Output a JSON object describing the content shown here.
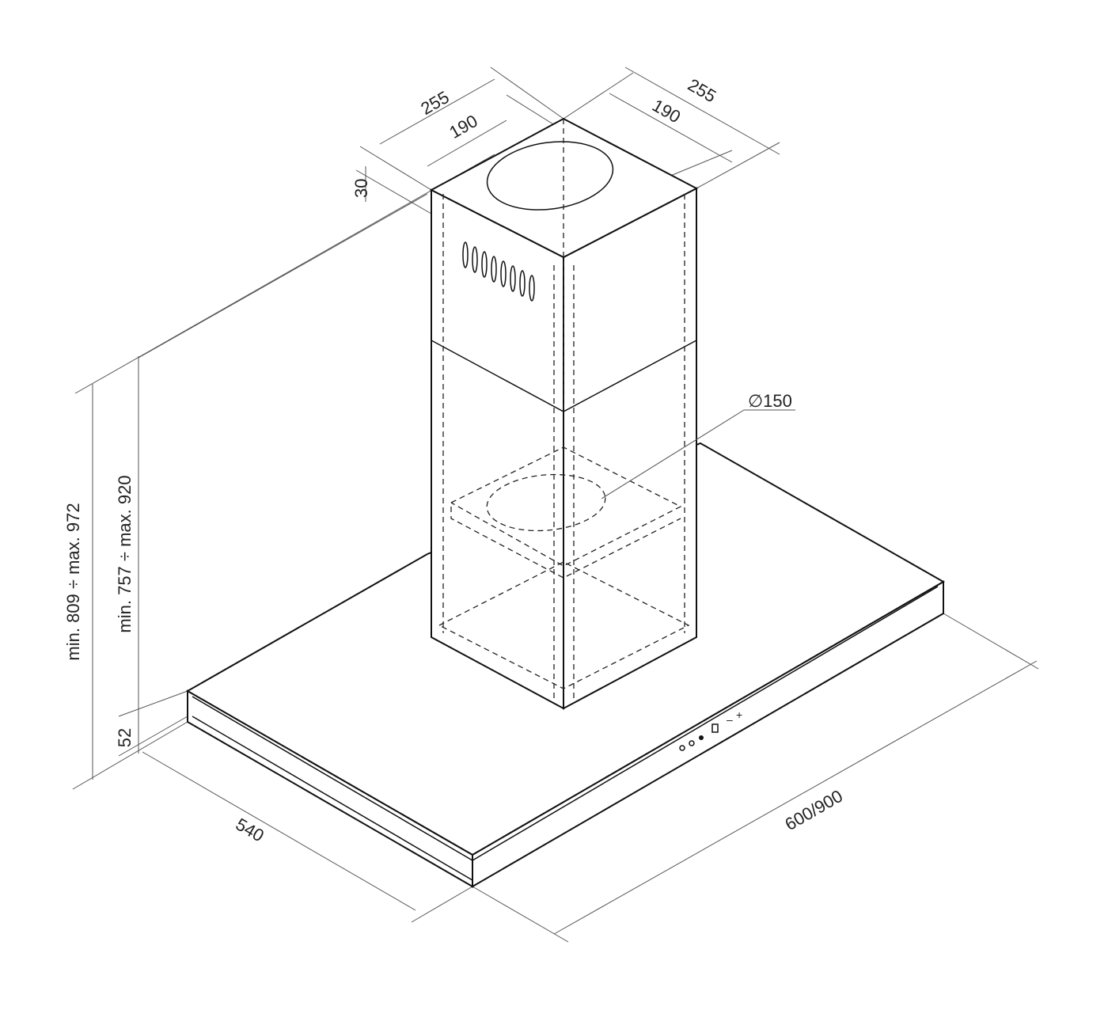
{
  "title": "Island cooker hood dimensional drawing",
  "dimensions": {
    "chimney_outer_left": "255",
    "chimney_outer_right": "255",
    "chimney_inner_left": "190",
    "chimney_inner_right": "190",
    "top_offset": "30",
    "duct_diameter": "∅150",
    "total_height": "min. 809 ÷ max. 972",
    "chimney_height": "min. 757 ÷ max. 920",
    "canopy_thickness": "52",
    "depth": "540",
    "width": "600/900"
  },
  "control_panel": {
    "icons": [
      "light-button-icon",
      "speed-button-icon",
      "power-button-icon",
      "display-icon",
      "minus-icon",
      "plus-icon"
    ],
    "minus": "–",
    "plus": "+"
  }
}
